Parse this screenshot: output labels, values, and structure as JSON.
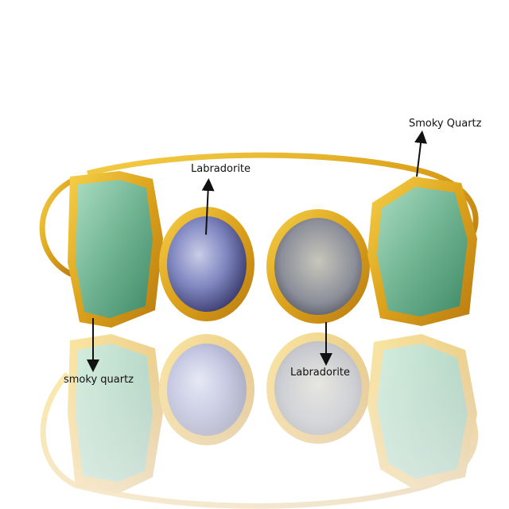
{
  "labels": {
    "top_right": "Smoky Quartz",
    "top_center": "Labradorite",
    "bottom_left": "smoky quartz",
    "bottom_center": "Labradorite"
  },
  "colors": {
    "gold": "#e0a81c",
    "quartz": "#7fbf9a",
    "labradorite": "#7f86b8"
  }
}
